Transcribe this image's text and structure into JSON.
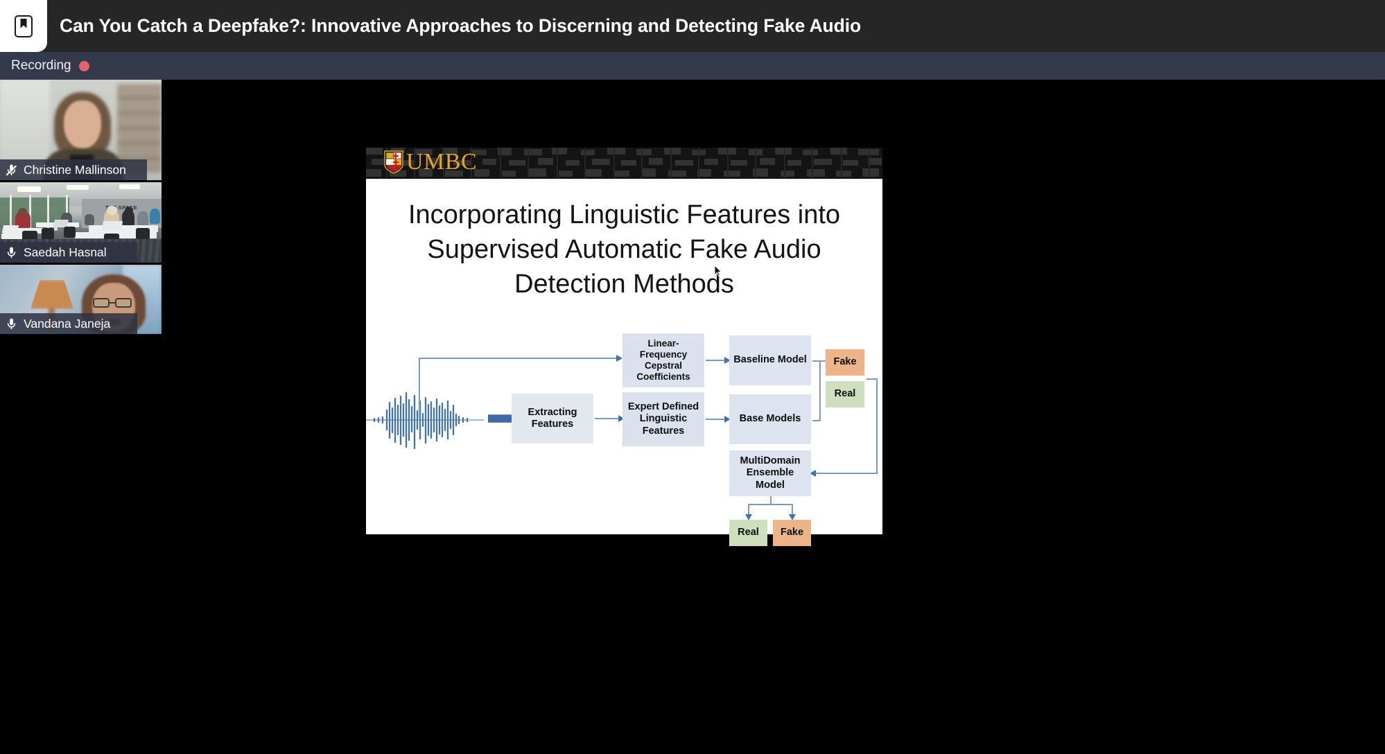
{
  "topbar": {
    "icon": "bookmark-icon",
    "title": "Can You Catch a Deepfake?: Innovative Approaches to Discerning and Detecting Fake Audio"
  },
  "recording": {
    "label": "Recording",
    "indicator_color": "#e4626b"
  },
  "participants": [
    {
      "name": "Christine Mallinson",
      "mic": "mic-muted-icon",
      "muted": true
    },
    {
      "name": "Saedah Hasnal",
      "mic": "mic-on-icon",
      "muted": false
    },
    {
      "name": "Vandana Janeja",
      "mic": "mic-on-icon",
      "muted": false
    }
  ],
  "slide": {
    "brand": "UMBC",
    "title_lines": [
      "Incorporating Linguistic Features into",
      "Supervised Automatic Fake Audio",
      "Detection Methods"
    ],
    "diagram": {
      "audio_label": "audio-waveform",
      "boxes": {
        "extracting": "Extracting\nFeatures",
        "lfcc": "Linear-\nFrequency\nCepstral\nCoefficients",
        "edlf": "Expert Defined\nLinguistic\nFeatures",
        "baseline": "Baseline Model",
        "base_models": "Base Models",
        "ensemble": "MultiDomain\nEnsemble\nModel",
        "out_fake_top": "Fake",
        "out_real_top": "Real",
        "out_real_bottom": "Real",
        "out_fake_bottom": "Fake"
      },
      "colors": {
        "box_blue": "#dbe2ee",
        "box_gray": "#e3e8ee",
        "fake": "#edb489",
        "real": "#cddfbd",
        "arrow": "#4472a8",
        "wave": "#4472a8"
      }
    }
  },
  "theme": {
    "topbar_bg": "#262626",
    "recbar_bg": "#343a4b",
    "stage_bg": "#000000",
    "umbc_gold": "#e5a524"
  }
}
